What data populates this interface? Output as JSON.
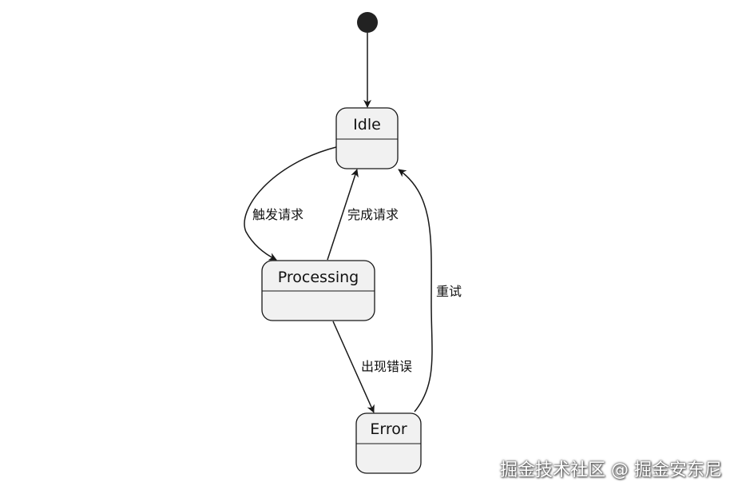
{
  "diagram": {
    "type": "state-diagram",
    "states": {
      "idle": "Idle",
      "processing": "Processing",
      "error": "Error"
    },
    "transitions": [
      {
        "from": "start",
        "to": "idle",
        "label": ""
      },
      {
        "from": "idle",
        "to": "processing",
        "label": "触发请求"
      },
      {
        "from": "processing",
        "to": "idle",
        "label": "完成请求"
      },
      {
        "from": "processing",
        "to": "error",
        "label": "出现错误"
      },
      {
        "from": "error",
        "to": "idle",
        "label": "重试"
      }
    ],
    "colors": {
      "state_fill": "#f1f1f1",
      "stroke": "#181818",
      "start_node": "#222222"
    }
  },
  "watermark": "掘金技术社区 @ 掘金安东尼"
}
